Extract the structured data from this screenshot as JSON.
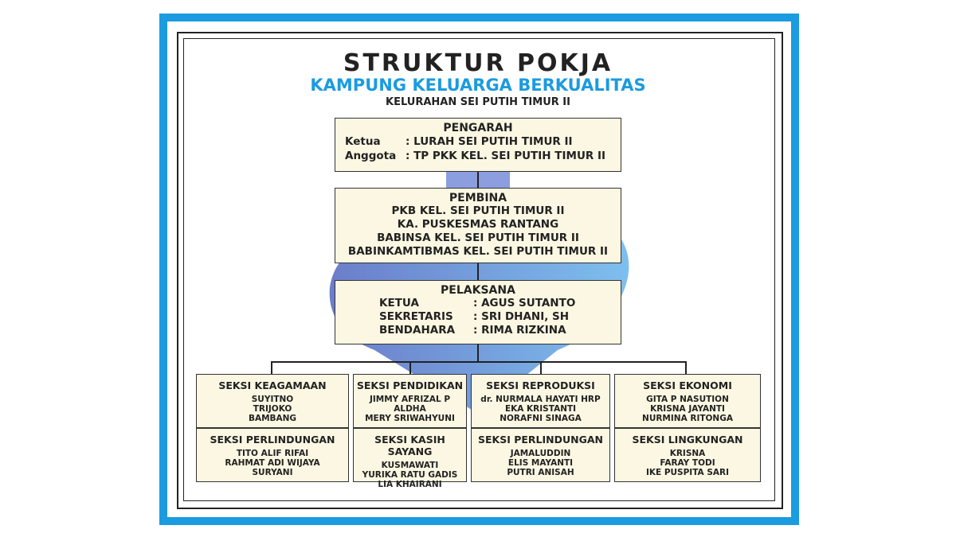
{
  "title": "STRUKTUR POKJA",
  "subtitle": "KAMPUNG KELUARGA BERKUALITAS",
  "location": "KELURAHAN SEI PUTIH TIMUR II",
  "pengarah": {
    "heading": "PENGARAH",
    "rows": [
      {
        "k": "Ketua",
        "v": ": LURAH SEI PUTIH TIMUR II"
      },
      {
        "k": "Anggota",
        "v": ": TP PKK KEL. SEI PUTIH TIMUR II"
      }
    ]
  },
  "pembina": {
    "heading": "PEMBINA",
    "lines": [
      "PKB KEL. SEI PUTIH TIMUR II",
      "KA. PUSKESMAS RANTANG",
      "BABINSA KEL. SEI PUTIH TIMUR II",
      "BABINKAMTIBMAS KEL. SEI PUTIH TIMUR II"
    ]
  },
  "pelaksana": {
    "heading": "PELAKSANA",
    "rows": [
      {
        "k": "KETUA",
        "v": ": AGUS SUTANTO"
      },
      {
        "k": "SEKRETARIS",
        "v": ": SRI DHANI, SH"
      },
      {
        "k": "BENDAHARA",
        "v": ": RIMA RIZKINA"
      }
    ]
  },
  "sections": [
    {
      "title": "SEKSI KEAGAMAAN",
      "members": [
        "SUYITNO",
        "TRIJOKO",
        "BAMBANG"
      ]
    },
    {
      "title": "SEKSI PENDIDIKAN",
      "members": [
        "JIMMY AFRIZAL P",
        "ALDHA",
        "MERY SRIWAHYUNI"
      ]
    },
    {
      "title": "SEKSI REPRODUKSI",
      "members": [
        "dr. NURMALA HAYATI HRP",
        "EKA KRISTANTI",
        "NORAFNI SINAGA"
      ]
    },
    {
      "title": "SEKSI EKONOMI",
      "members": [
        "GITA P NASUTION",
        "KRISNA JAYANTI",
        "NURMINA RITONGA"
      ]
    },
    {
      "title": "SEKSI PERLINDUNGAN",
      "members": [
        "TITO ALIF RIFAI",
        "RAHMAT ADI WIJAYA",
        "SURYANI"
      ]
    },
    {
      "title": "SEKSI KASIH SAYANG",
      "members": [
        "KUSMAWATI",
        "YURIKA RATU GADIS",
        "LIA KHAIRANI"
      ]
    },
    {
      "title": "SEKSI PERLINDUNGAN",
      "members": [
        "JAMALUDDIN",
        "ELIS MAYANTI",
        "PUTRI ANISAH"
      ]
    },
    {
      "title": "SEKSI LINGKUNGAN",
      "members": [
        "KRISNA",
        "FARAY TODI",
        "IKE PUSPITA SARI"
      ]
    }
  ]
}
